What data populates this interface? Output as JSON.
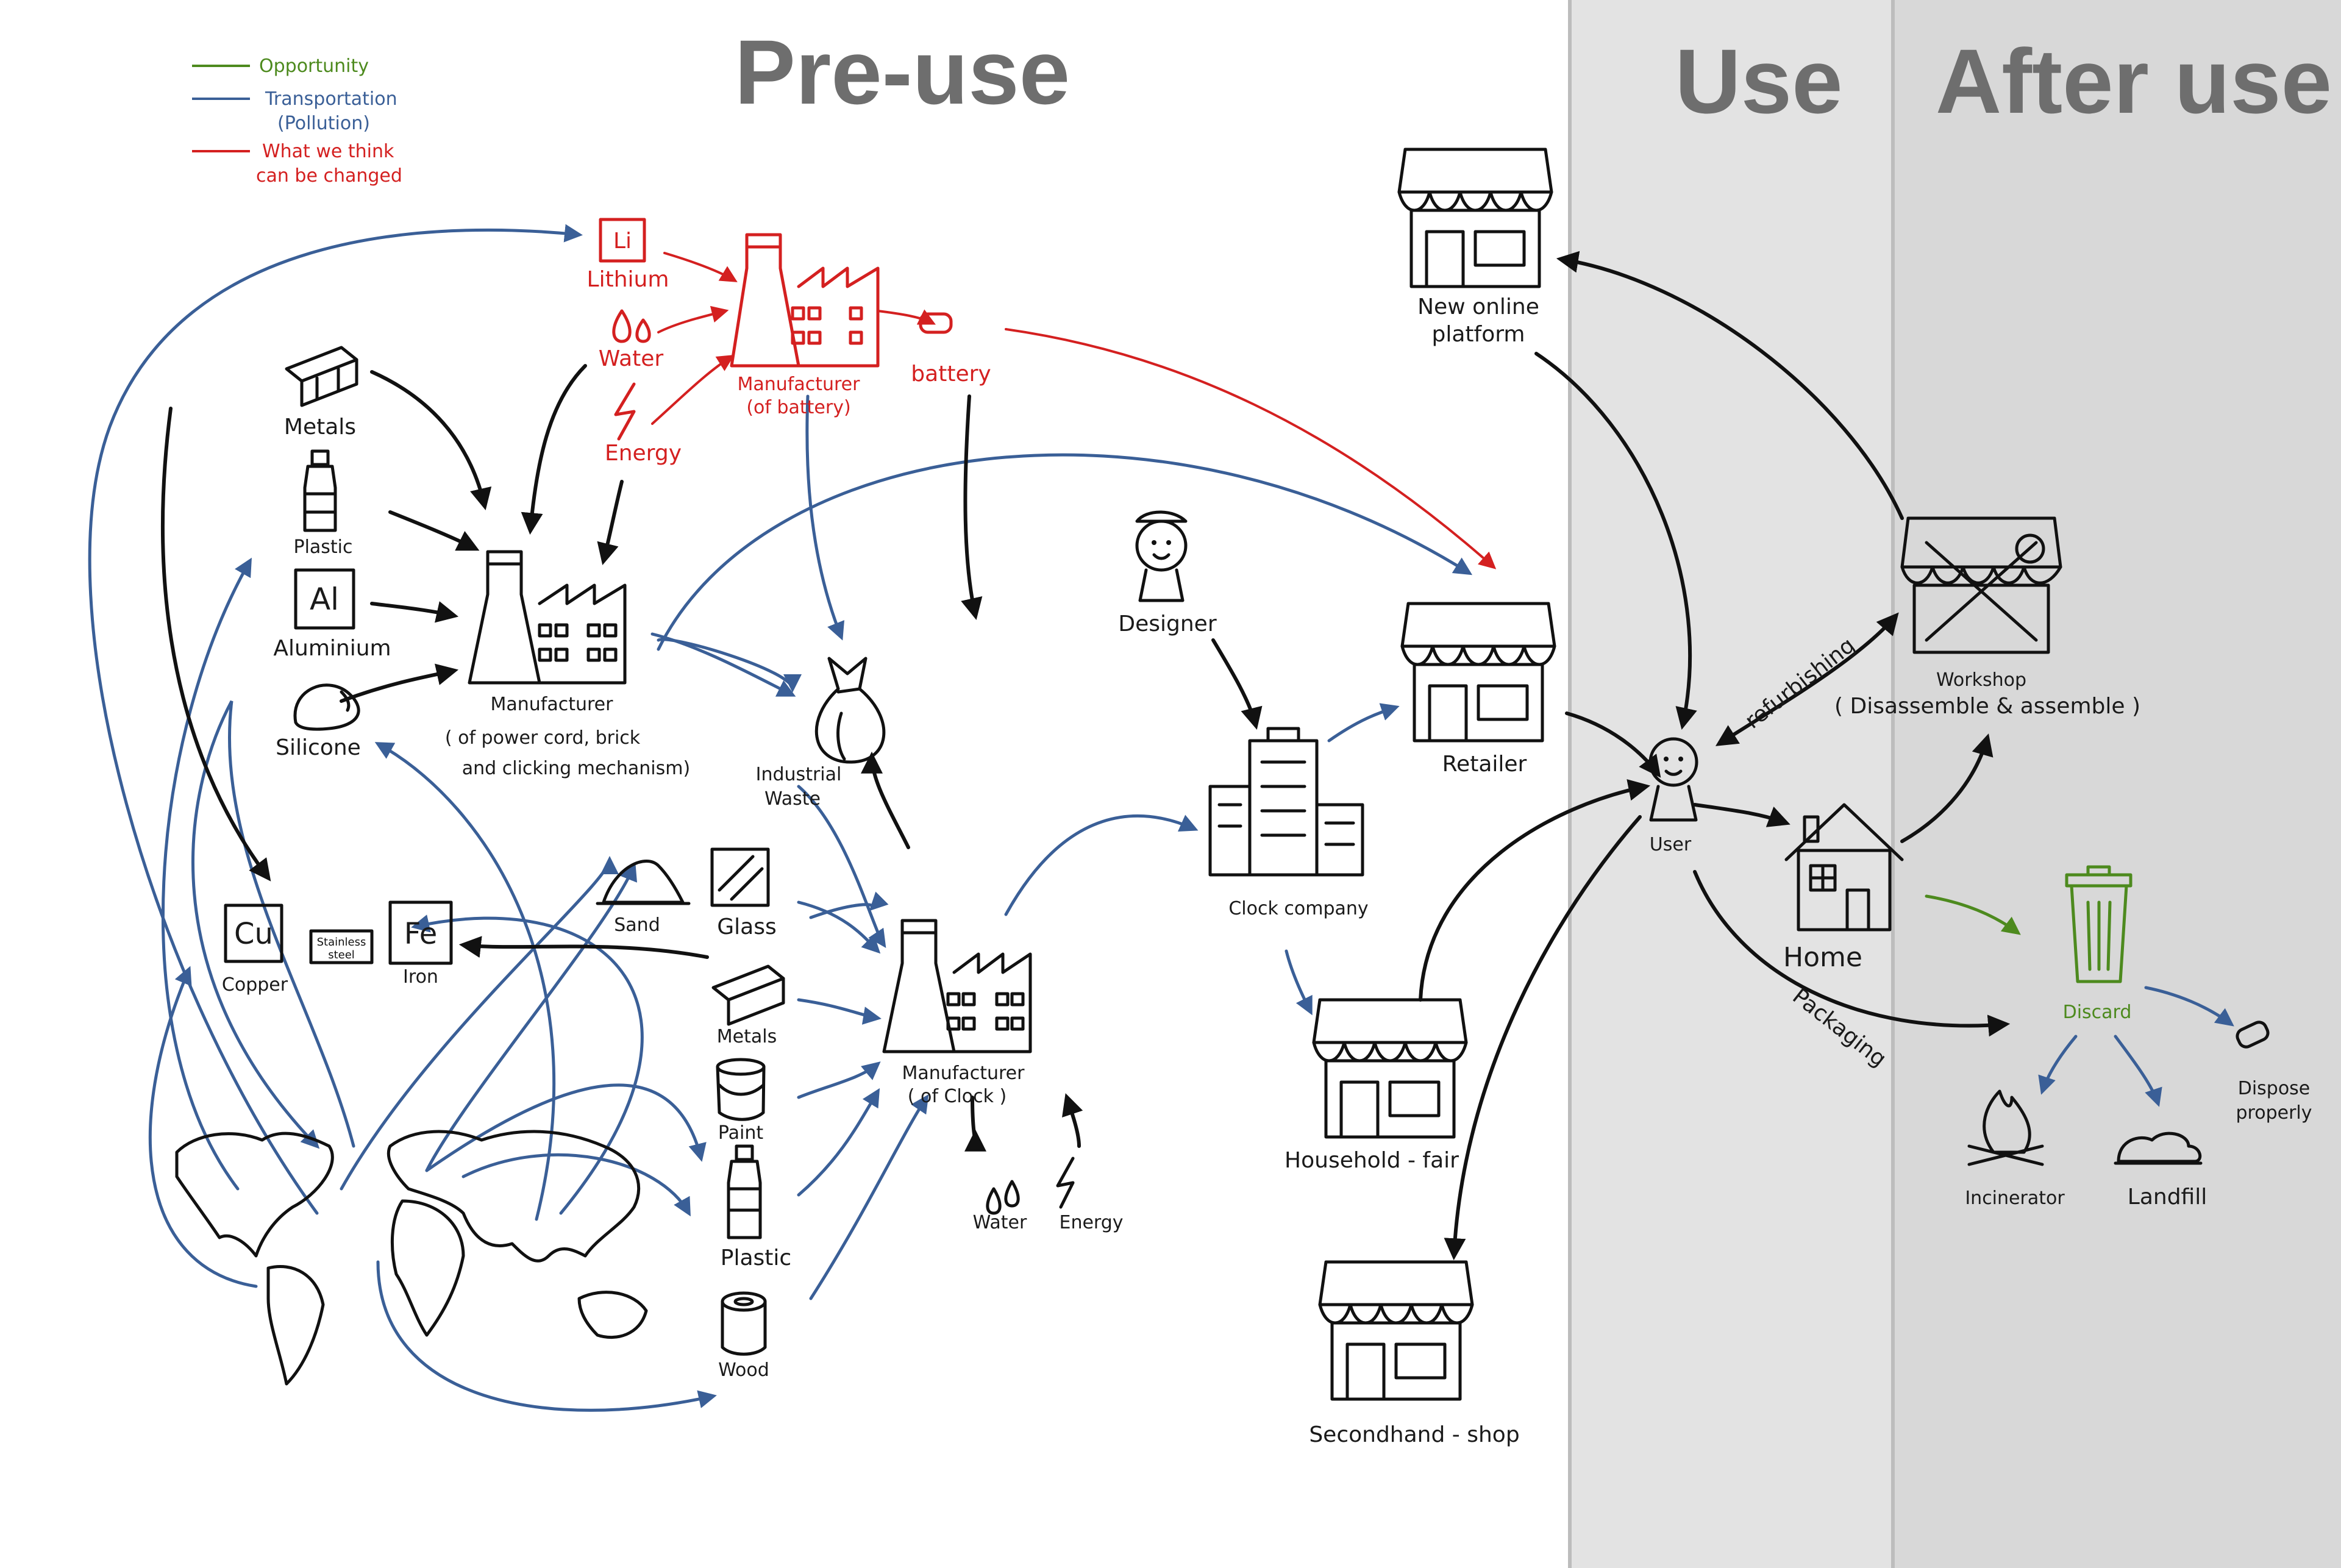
{
  "phases": {
    "pre_use": "Pre-use",
    "use": "Use",
    "after_use": "After use"
  },
  "legend": {
    "opportunity": "Opportunity",
    "transportation_1": "Transportation",
    "transportation_2": "(Pollution)",
    "changed_1": "What we think",
    "changed_2": "can be changed"
  },
  "battery_chain": {
    "li_symbol": "Li",
    "lithium": "Lithium",
    "water": "Water",
    "energy": "Energy",
    "manufacturer_1": "Manufacturer",
    "manufacturer_2": "(of battery)",
    "battery": "battery"
  },
  "materials": {
    "metals": "Metals",
    "plastic": "Plastic",
    "al_symbol": "Al",
    "aluminium": "Aluminium",
    "silicone": "Silicone",
    "cu_symbol": "Cu",
    "copper": "Copper",
    "stainless_1": "Stainless",
    "stainless_2": "steel",
    "fe_symbol": "Fe",
    "iron": "Iron",
    "sand": "Sand",
    "glass": "Glass",
    "metals_2": "Metals",
    "paint": "Paint",
    "plastic_2": "Plastic",
    "wood": "Wood"
  },
  "manufacturer_power": {
    "line1": "Manufacturer",
    "line2": "( of power cord, brick",
    "line3": "and clicking mechanism)"
  },
  "industrial_waste": {
    "line1": "Industrial",
    "line2": "Waste"
  },
  "manufacturer_clock": {
    "line1": "Manufacturer",
    "line2": "( of Clock )",
    "water": "Water",
    "energy": "Energy"
  },
  "designer": "Designer",
  "clock_company": "Clock company",
  "retailer": "Retailer",
  "new_online_1": "New online",
  "new_online_2": "platform",
  "household_fair": "Household - fair",
  "secondhand": "Secondhand - shop",
  "user": "User",
  "refurbishing": "refurbishing",
  "home": "Home",
  "packaging": "Packaging",
  "workshop_1": "Workshop",
  "workshop_2": "( Disassemble & assemble )",
  "discard": "Discard",
  "dispose_1": "Dispose",
  "dispose_2": "properly",
  "incinerator": "Incinerator",
  "landfill": "Landfill",
  "colors": {
    "opportunity": "#4d8a1e",
    "transportation": "#3a5f97",
    "changed": "#d42020",
    "use_band": "#e3e3e3",
    "after_use_band": "#d8d8d8"
  }
}
